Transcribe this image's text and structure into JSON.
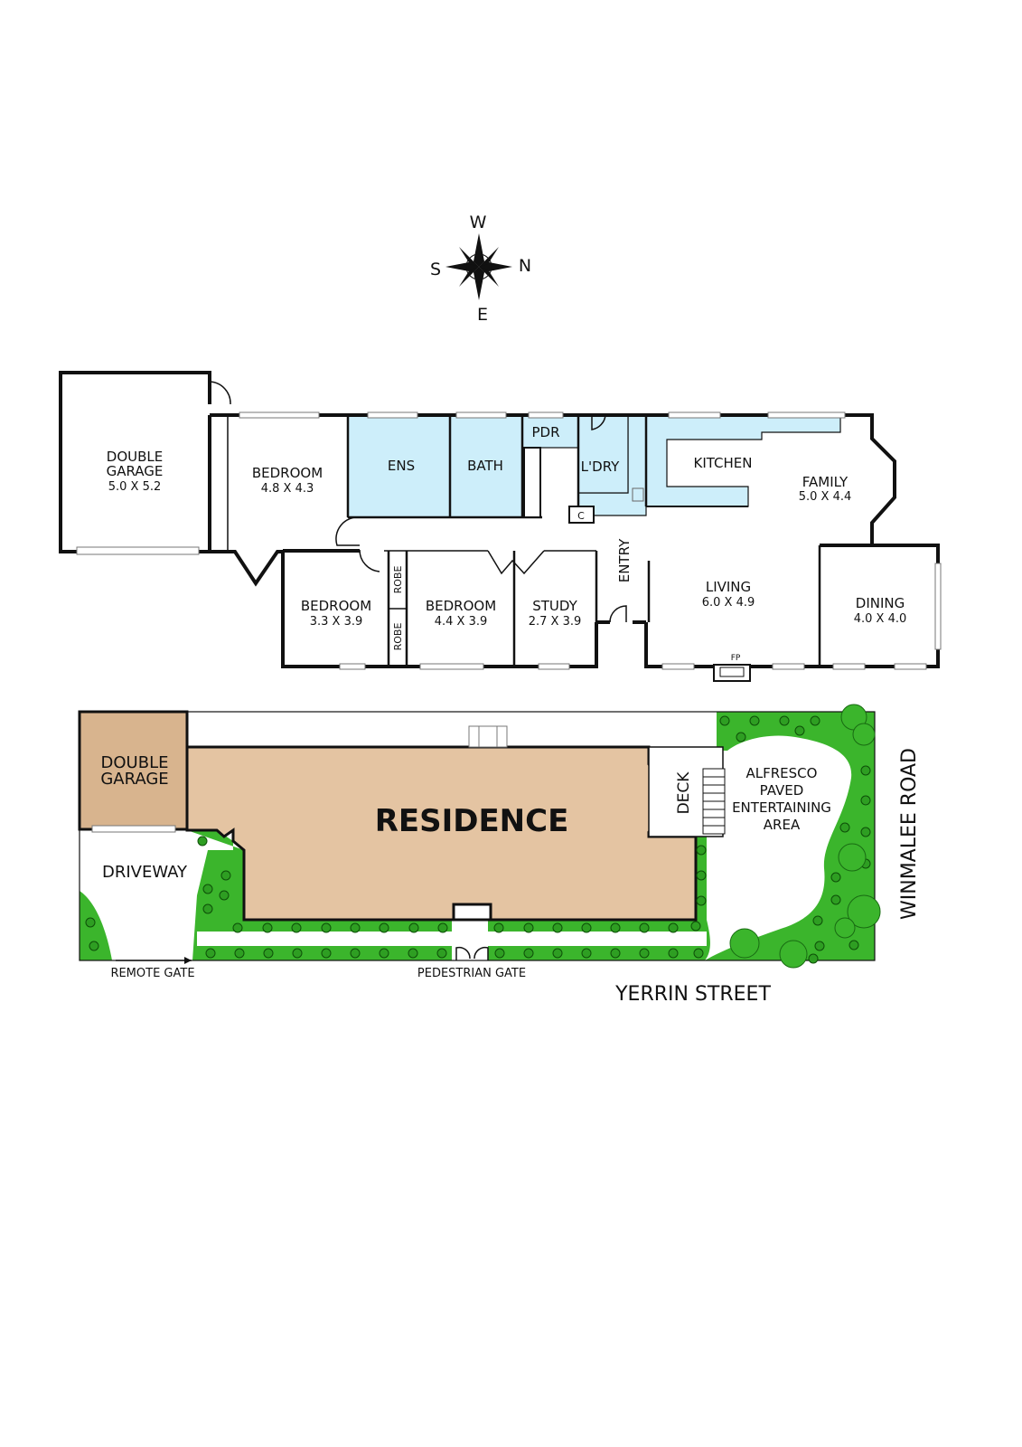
{
  "compass": {
    "north": "N",
    "south": "S",
    "east": "E",
    "west": "W"
  },
  "floor_plan": {
    "garage": {
      "name_line1": "DOUBLE",
      "name_line2": "GARAGE",
      "size": "5.0 X 5.2"
    },
    "master_bedroom": {
      "name": "BEDROOM",
      "size": "4.8 X 4.3"
    },
    "ensuite": {
      "name": "ENS"
    },
    "bath": {
      "name": "BATH"
    },
    "powder": {
      "name": "PDR"
    },
    "laundry": {
      "name": "L'DRY"
    },
    "cupboard": {
      "name": "C"
    },
    "kitchen": {
      "name": "KITCHEN"
    },
    "family": {
      "name": "FAMILY",
      "size": "5.0 X 4.4"
    },
    "bedroom2": {
      "name": "BEDROOM",
      "size": "3.3 X 3.9"
    },
    "robe1": {
      "name": "ROBE"
    },
    "robe2": {
      "name": "ROBE"
    },
    "bedroom3": {
      "name": "BEDROOM",
      "size": "4.4 X 3.9"
    },
    "study": {
      "name": "STUDY",
      "size": "2.7 X 3.9"
    },
    "entry": {
      "name": "ENTRY"
    },
    "living": {
      "name": "LIVING",
      "size": "6.0 X 4.9"
    },
    "fireplace": {
      "name": "FP"
    },
    "dining": {
      "name": "DINING",
      "size": "4.0 X 4.0"
    }
  },
  "site_plan": {
    "garage_line1": "DOUBLE",
    "garage_line2": "GARAGE",
    "residence": "RESIDENCE",
    "deck": "DECK",
    "alfresco": [
      "ALFRESCO",
      "PAVED",
      "ENTERTAINING",
      "AREA"
    ],
    "driveway": "DRIVEWAY",
    "remote_gate": "REMOTE GATE",
    "pedestrian_gate": "PEDESTRIAN GATE",
    "street_bottom": "YERRIN STREET",
    "street_right": "WINMALEE ROAD"
  },
  "colors": {
    "wet_area": "#cdeefa",
    "building": "#e4c4a2",
    "garage": "#d8b48e",
    "garden": "#3bb52c"
  }
}
